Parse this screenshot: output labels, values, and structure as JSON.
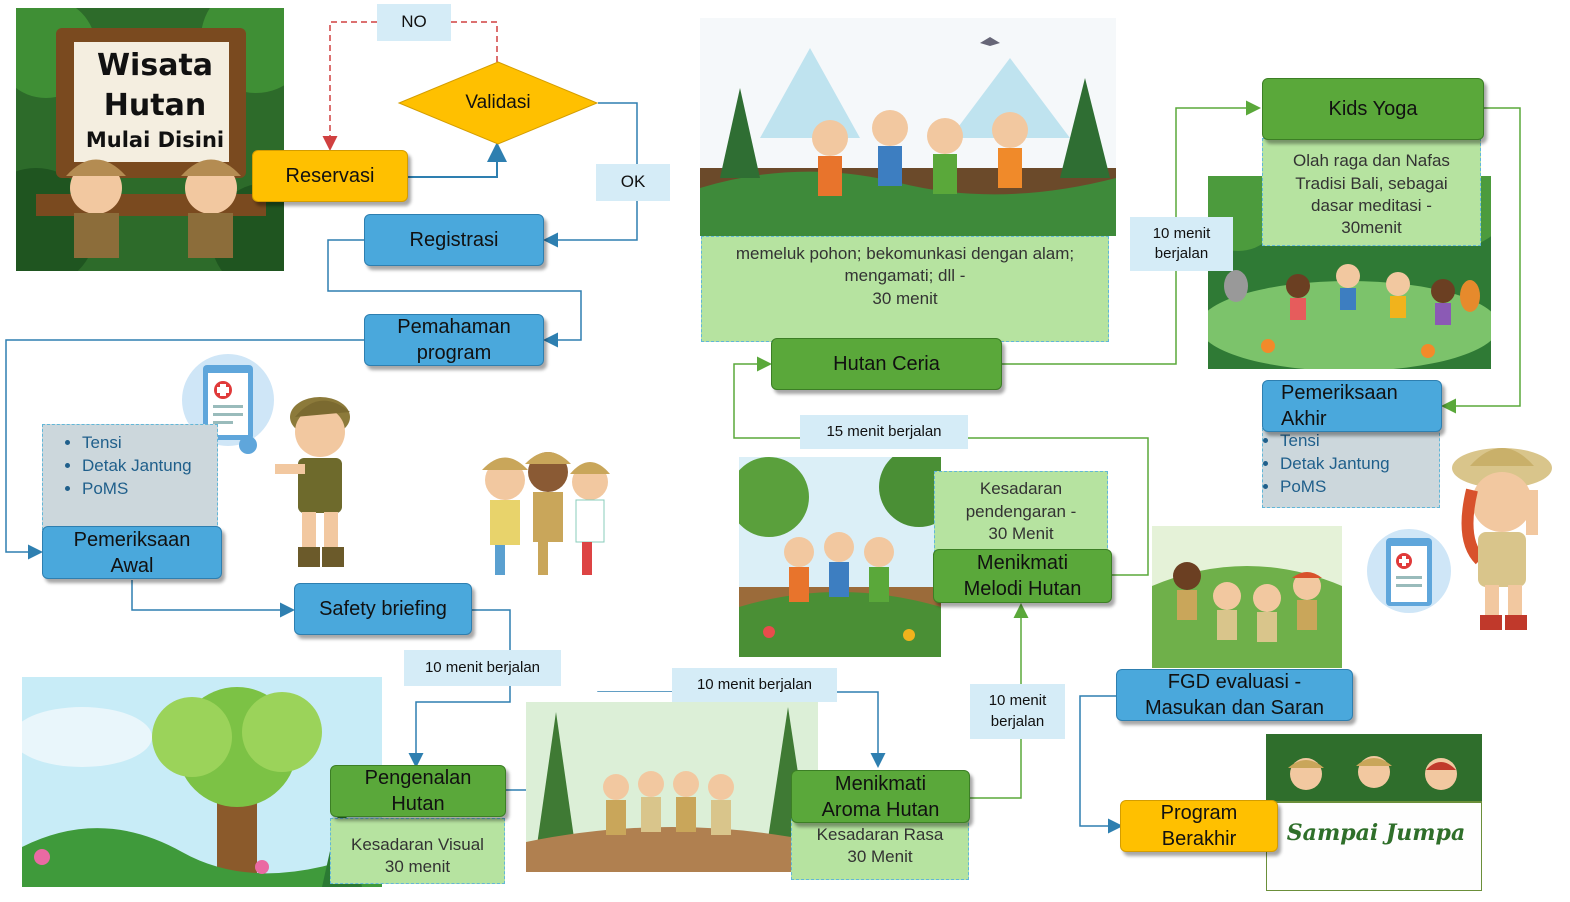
{
  "poster": {
    "title_line1": "Wisata",
    "title_line2": "Hutan",
    "title_line3": "Mulai Disini"
  },
  "flow": {
    "reservasi": "Reservasi",
    "validasi": "Validasi",
    "no_label": "NO",
    "ok_label": "OK",
    "registrasi": "Registrasi",
    "pemahaman": "Pemahaman\nprogram",
    "pemeriksaan_awal": "Pemeriksaan\nAwal",
    "pemeriksaan_awal_items": [
      "Tensi",
      "Detak Jantung",
      "PoMS"
    ],
    "safety": "Safety briefing",
    "walk_1": "10 menit berjalan",
    "pengenalan": "Pengenalan\nHutan",
    "pengenalan_note": "Kesadaran Visual\n30 menit",
    "walk_2": "10 menit berjalan",
    "aroma": "Menikmati\nAroma Hutan",
    "aroma_note": "Kesadaran Rasa\n30 Menit",
    "walk_3": "10 menit\nberjalan",
    "melodi": "Menikmati\nMelodi Hutan",
    "melodi_note": "Kesadaran\npendengaran -\n30 Menit",
    "walk_4": "15 menit berjalan",
    "ceria": "Hutan Ceria",
    "ceria_note": "memeluk pohon;  bekomunkasi dengan alam;\nmengamati; dll -\n30 menit",
    "walk_5": "10 menit\nberjalan",
    "yoga": "Kids Yoga",
    "yoga_note": "Olah raga dan Nafas\nTradisi Bali, sebagai\ndasar meditasi -\n30menit",
    "pemeriksaan_akhir": "Pemeriksaan\nAkhir",
    "pemeriksaan_akhir_items": [
      "Tensi",
      "Detak Jantung",
      "PoMS"
    ],
    "fgd": "FGD evaluasi -\nMasukan dan Saran",
    "berakhir": "Program\nBerakhir",
    "sampai_jumpa": "Sampai Jumpa"
  },
  "colors": {
    "yellow": "#ffc000",
    "blue": "#4aa8dc",
    "green": "#5aa83a",
    "note_green": "#b6e3a0",
    "tag_blue": "#d5ecf7",
    "connector": "#2e7fb0",
    "connector_green": "#5aa83a",
    "no_loop": "#e05050"
  }
}
